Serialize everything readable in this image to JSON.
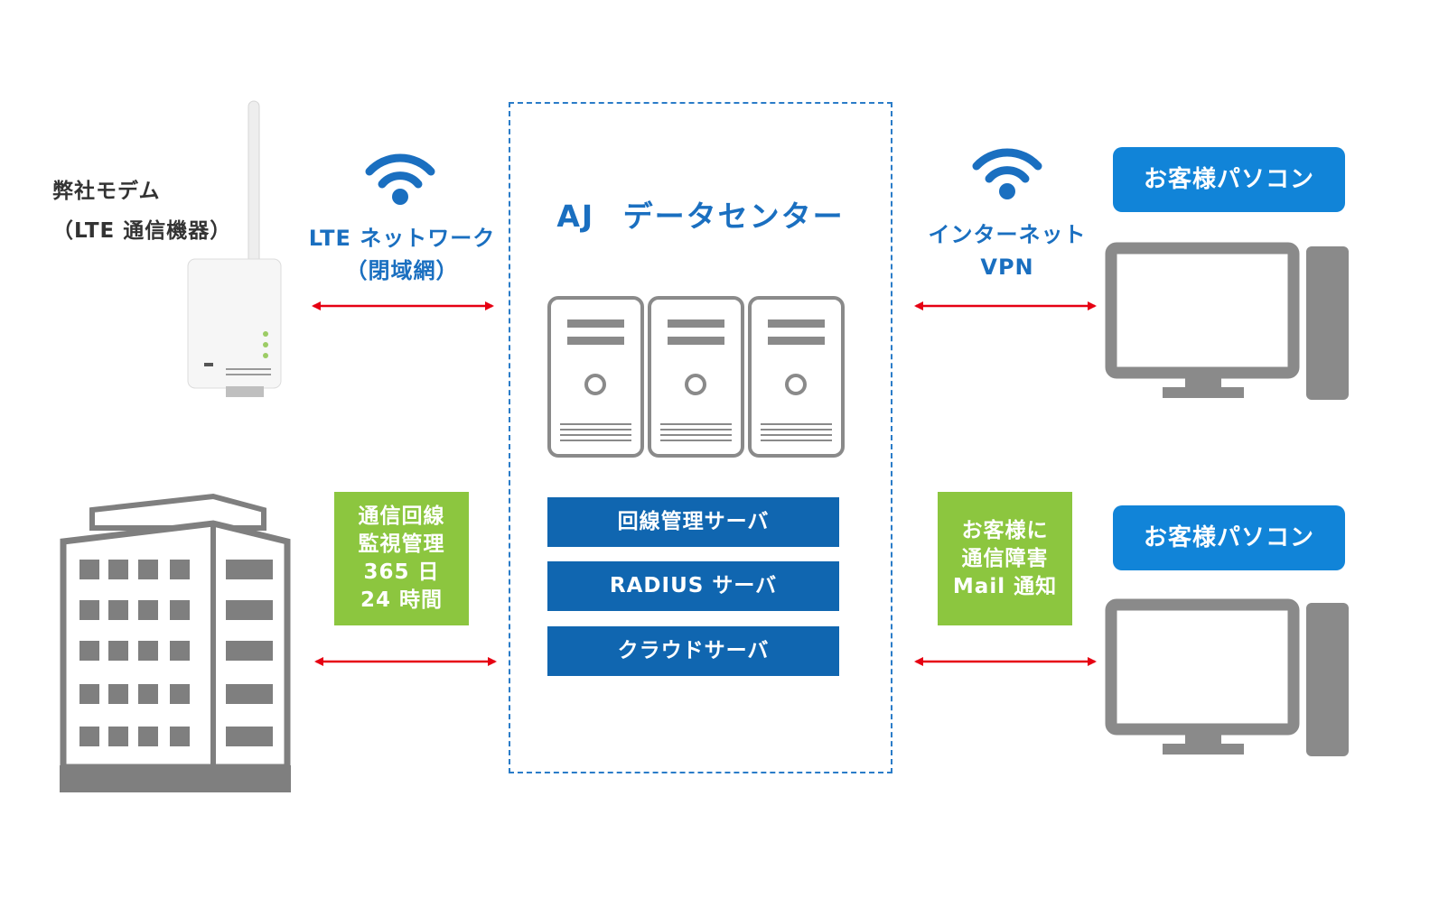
{
  "modem": {
    "line1": "弊社モデム",
    "line2": "（LTE 通信機器）"
  },
  "lte_network": {
    "line1": "LTE ネットワーク",
    "line2": "（閉域網）"
  },
  "data_center": {
    "title": "AJ データセンター",
    "servers": [
      "回線管理サーバ",
      "RADIUS サーバ",
      "クラウドサーバ"
    ]
  },
  "internet": {
    "line1": "インターネット",
    "line2": "VPN"
  },
  "monitoring": {
    "lines": [
      "通信回線",
      "監視管理",
      "365 日",
      "24 時間"
    ]
  },
  "notification": {
    "lines": [
      "お客様に",
      "通信障害",
      "Mail 通知"
    ]
  },
  "customer_pc_top": {
    "label": "お客様パソコン"
  },
  "customer_pc_bottom": {
    "label": "お客様パソコン"
  },
  "colors": {
    "accent_blue": "#1066b0",
    "pc_label_blue": "#1184d8",
    "green": "#8cc63f",
    "arrow_red": "#e60012",
    "gray": "#8a8a8a"
  }
}
